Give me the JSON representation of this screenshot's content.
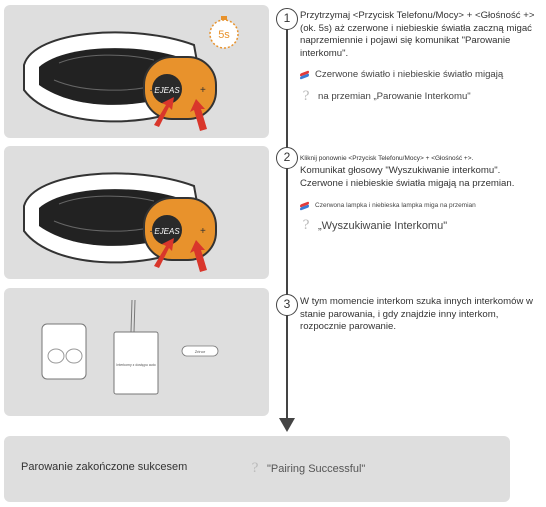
{
  "steps": [
    "1",
    "2",
    "3"
  ],
  "step1": {
    "instruction": "Przytrzymaj <Przycisk Telefonu/Mocy> + <Głośność +> (ok. 5s) aż czerwone i niebieskie światła zaczną migać naprzemiennie i pojawi się komunikat \"Parowanie interkomu\".",
    "led_text": "Czerwone światło i niebieskie światło migają",
    "voice_text": "na przemian „Parowanie Interkomu\"",
    "timer_label": "5s"
  },
  "step2": {
    "instruction_small": "Kliknij ponownie <Przycisk Telefonu/Mocy> + <Głośność +>.",
    "instruction": "Komunikat głosowy \"Wyszukiwanie interkomu\". Czerwone i niebieskie światła migają na przemian.",
    "led_text": "Czerwona lampka i niebieska lampka miga na przemian",
    "voice_text": "„Wyszukiwanie Interkomu\""
  },
  "step3": {
    "instruction": "W tym momencie interkom szuka innych interkomów w stanie parowania, i gdy znajdzie inny interkom, rozpocznie parowanie.",
    "phone_text": "Interkomy z dostępu auto",
    "phone_button": "Zrinor"
  },
  "device_logo": "EJEAS",
  "bottom": {
    "label": "Parowanie zakończone sukcesem",
    "voice_text": "\"Pairing Successful\""
  },
  "colors": {
    "orange": "#e8922c",
    "panel": "#dedede",
    "led_red": "#e33b3b",
    "led_blue": "#3a7bd5",
    "arrow_red": "#d9362b"
  }
}
